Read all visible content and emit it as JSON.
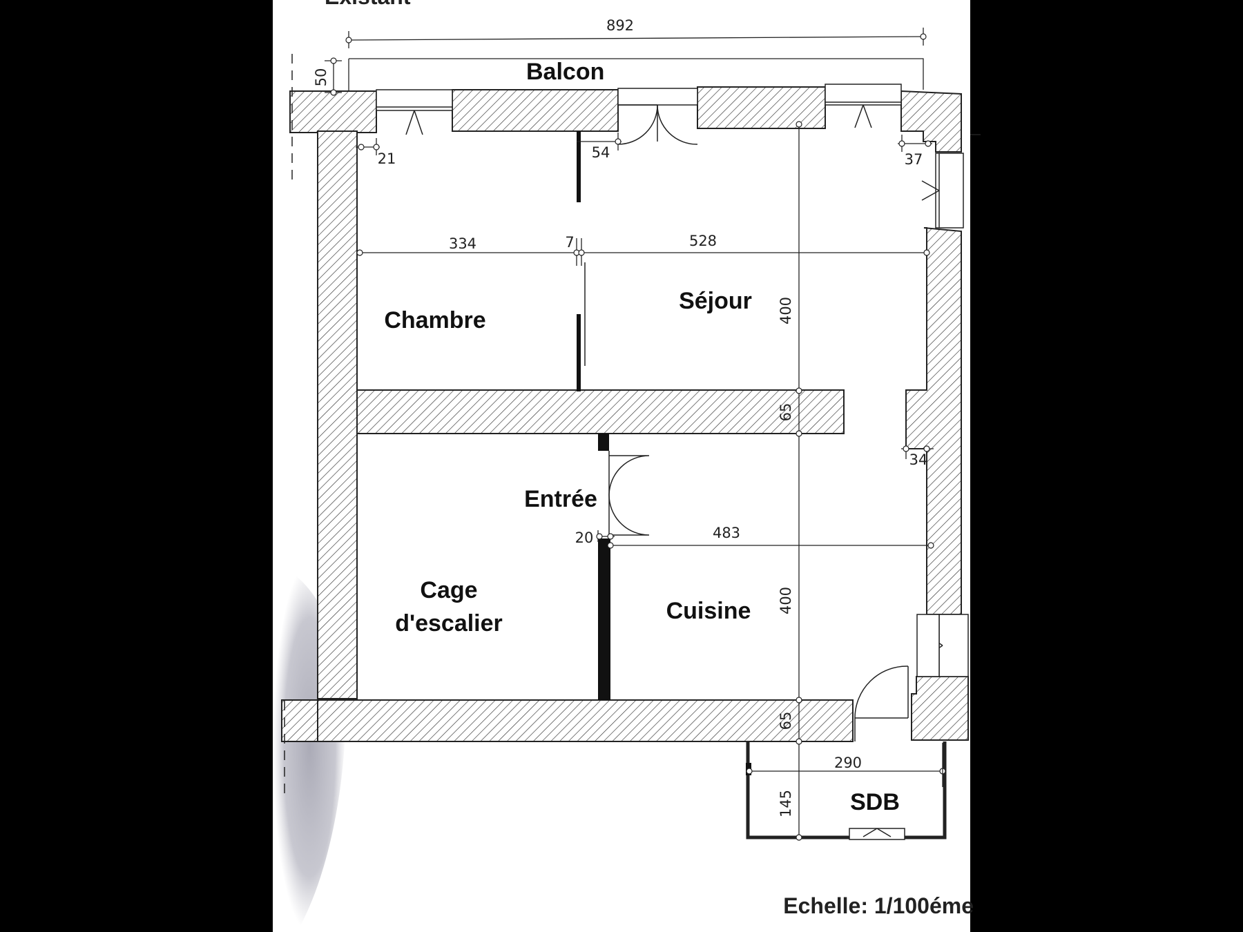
{
  "header": {
    "partial_title": "Existant"
  },
  "rooms": {
    "balcon": "Balcon",
    "chambre": "Chambre",
    "sejour": "Séjour",
    "entree": "Entrée",
    "cage_line1": "Cage",
    "cage_line2": "d'escalier",
    "cuisine": "Cuisine",
    "sdb": "SDB"
  },
  "dimensions": {
    "total_width": "892",
    "balcony_depth": "50",
    "left_window_offset": "21",
    "door_offset": "54",
    "right_window_offset": "37",
    "chambre_width": "334",
    "partition_thickness": "7",
    "sejour_width": "528",
    "upper_height": "400",
    "middle_wall": "65",
    "right_wall_offset": "34",
    "entry_offset": "20",
    "cuisine_width": "483",
    "lower_height": "400",
    "lower_wall": "65",
    "sdb_width": "290",
    "sdb_height": "145"
  },
  "footer": {
    "scale": "Echelle: 1/100éme"
  },
  "colors": {
    "paper": "#ffffff",
    "ink": "#222222",
    "surround": "#000000",
    "shadow": "#a6a6b3"
  }
}
